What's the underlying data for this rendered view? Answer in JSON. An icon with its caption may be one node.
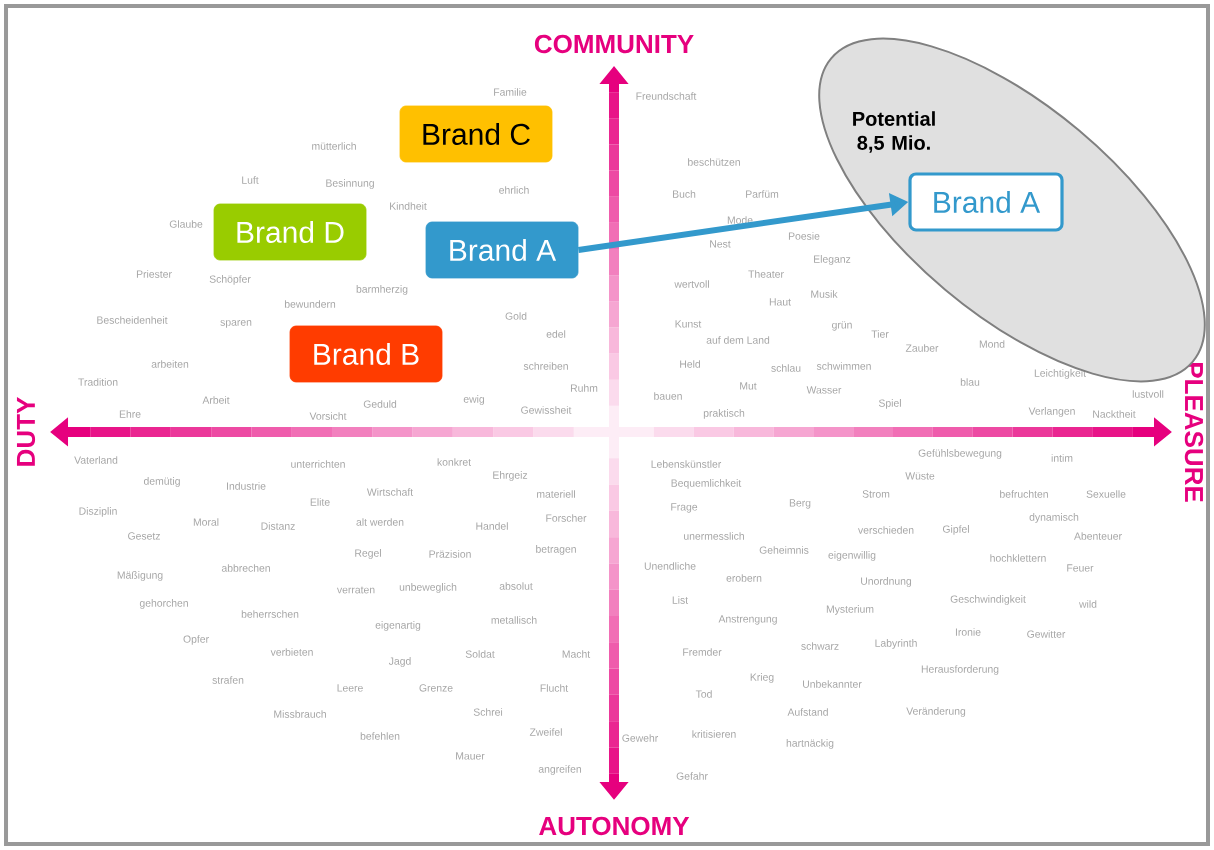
{
  "diagram": {
    "nodes": [
      {
        "text": [
          "Brand C"
        ]
      },
      {
        "text": [
          "Brand D"
        ]
      },
      {
        "text": [
          "Brand A"
        ]
      },
      {
        "text": [
          "Brand B"
        ]
      },
      {
        "text": [
          "Potential 8,5 Mio."
        ]
      },
      {
        "text": [
          "Brand A"
        ],
        "in": 4
      }
    ],
    "edges": [
      {
        "from": 2,
        "to": 5,
        "arrow": "to",
        "color": "#3399cc"
      }
    ],
    "labels": [
      "COMMUNITY",
      "DUTY",
      "PLEASURE",
      "AUTONOMY",
      "Familie",
      "Freundschaft",
      "mütterlich",
      "Luft",
      "Besinnung",
      "ehrlich",
      "beschützen",
      "Buch",
      "Parfüm",
      "Kindheit",
      "Glaube",
      "Mode",
      "Poesie",
      "Nest",
      "Eleganz",
      "Priester",
      "Schöpfer",
      "Theater",
      "wertvoll",
      "barmherzig",
      "Musik",
      "Haut",
      "bewundern",
      "Gold",
      "Bescheidenheit",
      "sparen",
      "Kunst",
      "grün",
      "Tier",
      "edel",
      "auf dem Land",
      "Mond",
      "Zauber",
      "arbeiten",
      "schreiben",
      "Held",
      "schlau",
      "schwimmen",
      "Tradition",
      "blau",
      "Leichtigkeit",
      "lustvoll",
      "Ruhm",
      "Mut",
      "Wasser",
      "bauen",
      "Arbeit",
      "Geduld",
      "ewig",
      "Gewissheit",
      "Spiel",
      "Ehre",
      "Vorsicht",
      "praktisch",
      "Verlangen",
      "Nacktheit",
      "Vaterland",
      "unterrichten",
      "konkret",
      "Gefühlsbewegung",
      "intim",
      "Lebenskünstler",
      "Ehrgeiz",
      "demütig",
      "Industrie",
      "Wüste",
      "Bequemlichkeit",
      "Wirtschaft",
      "materiell",
      "Elite",
      "befruchten",
      "Sexuelle",
      "Strom",
      "Frage",
      "Berg",
      "Disziplin",
      "Forscher",
      "dynamisch",
      "Moral",
      "Distanz",
      "alt werden",
      "Handel",
      "verschieden",
      "Gipfel",
      "unermesslich",
      "Abenteuer",
      "Gesetz",
      "Geheimnis",
      "eigenwillig",
      "Regel",
      "Präzision",
      "betragen",
      "hochklettern",
      "Feuer",
      "Unendliche",
      "abbrechen",
      "Mäßigung",
      "erobern",
      "Unordnung",
      "absolut",
      "verraten",
      "unbeweglich",
      "List",
      "Geschwindigkeit",
      "wild",
      "gehorchen",
      "Mysterium",
      "beherrschen",
      "metallisch",
      "eigenartig",
      "Anstrengung",
      "Ironie",
      "Gewitter",
      "Opfer",
      "Soldat",
      "verbieten",
      "Macht",
      "schwarz",
      "Labyrinth",
      "Fremder",
      "Jagd",
      "Herausforderung",
      "strafen",
      "Krieg",
      "Leere",
      "Grenze",
      "Flucht",
      "Unbekannter",
      "Tod",
      "Schrei",
      "Aufstand",
      "Veränderung",
      "Missbrauch",
      "Zweifel",
      "kritisieren",
      "Gewehr",
      "befehlen",
      "hartnäckig",
      "Mauer",
      "angreifen",
      "Gefahr"
    ]
  }
}
